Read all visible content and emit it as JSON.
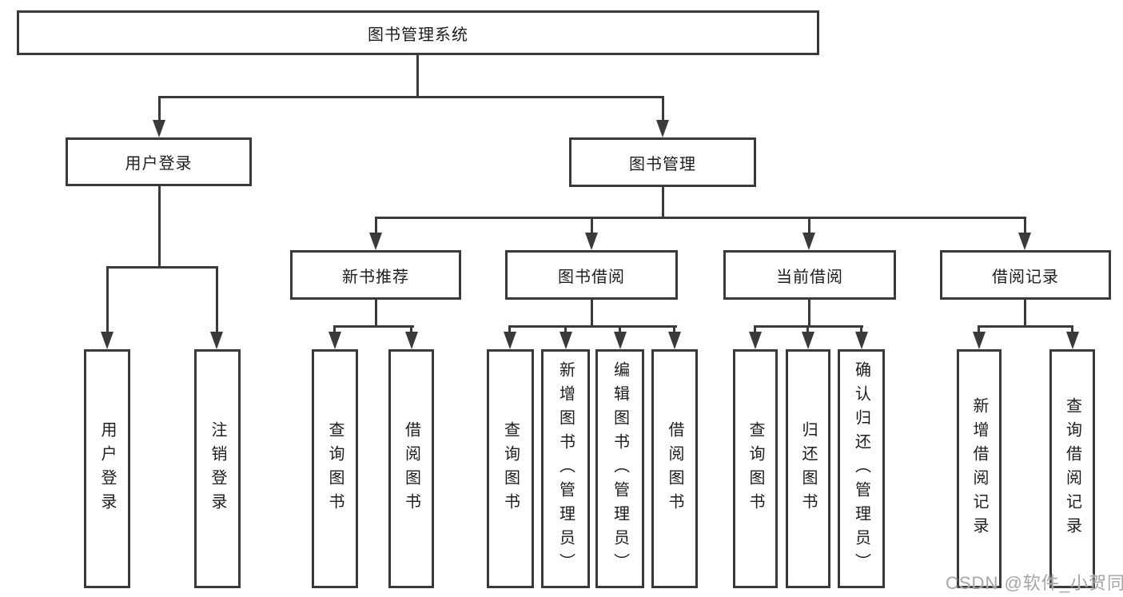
{
  "diagram": {
    "root": "图书管理系统",
    "level2": {
      "user_login": "用户登录",
      "book_management": "图书管理"
    },
    "level3": {
      "new_book_recommend": "新书推荐",
      "book_borrow": "图书借阅",
      "current_borrow": "当前借阅",
      "borrow_records": "借阅记录"
    },
    "leaves": [
      "用户登录",
      "注销登录",
      "查询图书",
      "借阅图书",
      "查询图书",
      "新增图书（管理员）",
      "编辑图书（管理员）",
      "借阅图书",
      "查询图书",
      "归还图书",
      "确认归还（管理员）",
      "新增借阅记录",
      "查询借阅记录"
    ]
  },
  "watermark": "CSDN @软件_小贺同学",
  "colors": {
    "line": "#3a3a3a",
    "box_border": "#3a3a3a",
    "text": "#1d1d1d",
    "watermark": "#a6a6a6",
    "background": "#ffffff"
  }
}
